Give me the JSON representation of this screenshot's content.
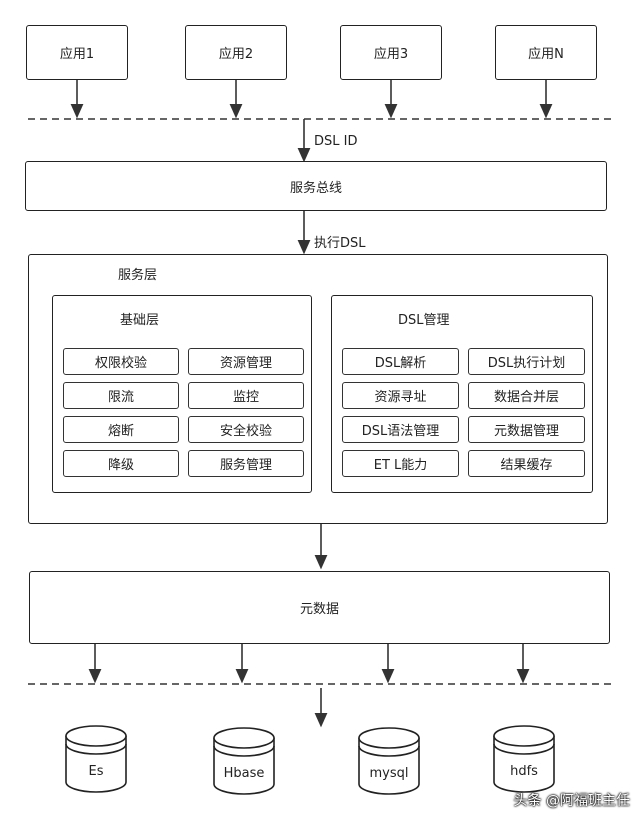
{
  "apps": [
    "应用1",
    "应用2",
    "应用3",
    "应用N"
  ],
  "dsl_id_label": "DSL ID",
  "bus_label": "服务总线",
  "exec_label": "执行DSL",
  "service_layer_title": "服务层",
  "base_layer": {
    "title": "基础层",
    "items": [
      "权限校验",
      "资源管理",
      "限流",
      "监控",
      "熔断",
      "安全校验",
      "降级",
      "服务管理"
    ]
  },
  "dsl_mgmt": {
    "title": "DSL管理",
    "items": [
      "DSL解析",
      "DSL执行计划",
      "资源寻址",
      "数据合并层",
      "DSL语法管理",
      "元数据管理",
      "ET L能力",
      "结果缓存"
    ]
  },
  "metadata_label": "元数据",
  "datastores": [
    "Es",
    "Hbase",
    "mysql",
    "hdfs"
  ],
  "watermark": "头条 @阿福班主任"
}
